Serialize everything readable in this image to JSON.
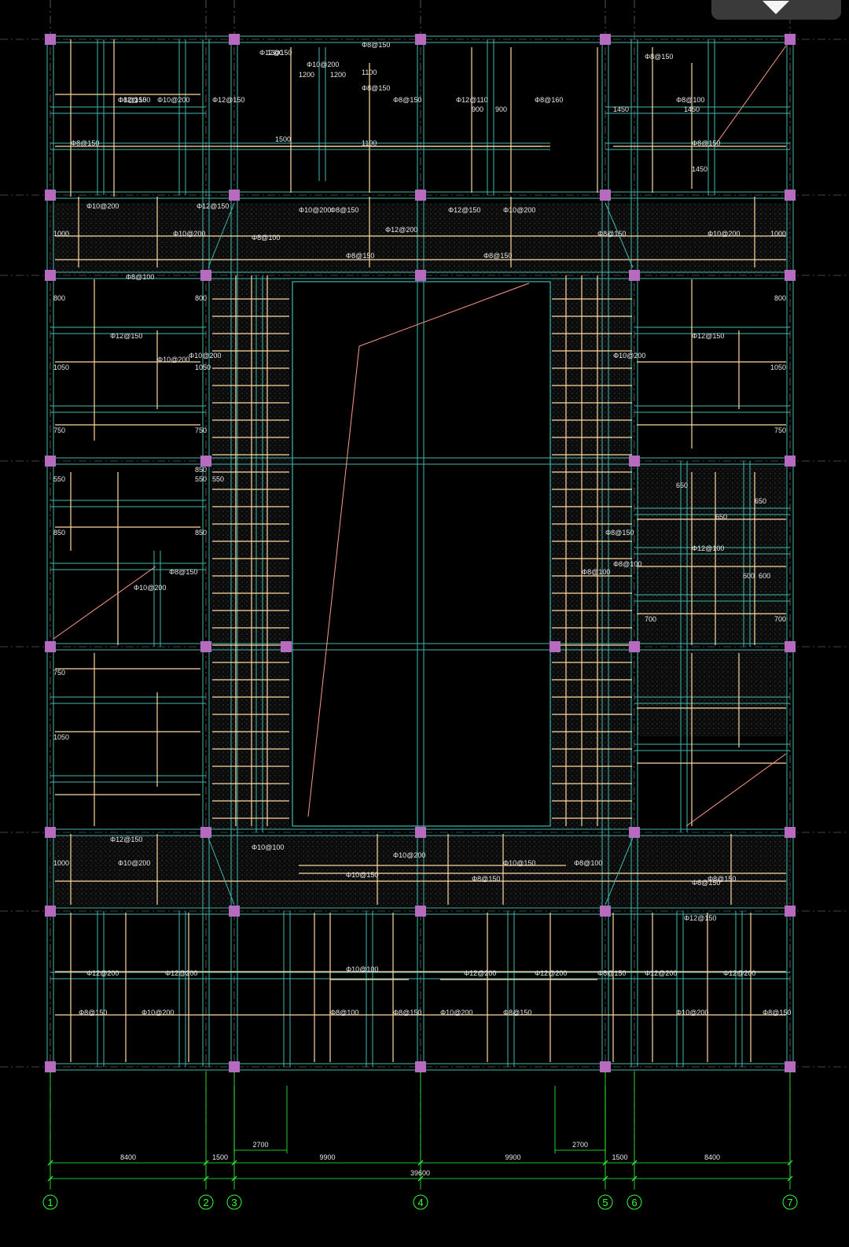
{
  "viewer": {
    "toggle_icon": "chevron-down-icon"
  },
  "colors": {
    "background": "#000000",
    "beam": "#3fb8b0",
    "rebar": "#ffd9a0",
    "column": "#b66bbf",
    "axis": "#33ff33",
    "diagonal": "#ff9a88",
    "grid_dash": "#8a8a8a"
  },
  "grid_axes": [
    "1",
    "2",
    "3",
    "4",
    "5",
    "6",
    "7"
  ],
  "bay_dims": [
    "8400",
    "1500",
    "9900",
    "9900",
    "1500",
    "8400"
  ],
  "total_dim": "39600",
  "opening_dims": [
    "2700",
    "2700"
  ],
  "rebar_labels": [
    "Φ8@150",
    "Φ8@150",
    "Φ12@150",
    "Φ10@200",
    "Φ12@150",
    "Φ12@150",
    "Φ10@200",
    "Φ8@150",
    "Φ8@150",
    "Φ8@150",
    "Φ12@110",
    "Φ8@160",
    "Φ8@150",
    "Φ8@100",
    "Φ8@150",
    "Φ10@200",
    "Φ10@200",
    "Φ12@150",
    "Φ8@100",
    "Φ12@200",
    "Φ8@150",
    "Φ8@150",
    "Φ10@200",
    "Φ8@150",
    "Φ12@150",
    "Φ10@200",
    "Φ8@150",
    "Φ10@200",
    "Φ8@100",
    "Φ12@150",
    "Φ10@200",
    "Φ10@200",
    "Φ10@200",
    "Φ12@150",
    "Φ12@100",
    "Φ8@100",
    "Φ10@200",
    "Φ8@150",
    "Φ8@150",
    "Φ8@100",
    "Φ10@150",
    "Φ10@200",
    "Φ8@150",
    "Φ10@200",
    "Φ12@150",
    "Φ10@100",
    "Φ10@150",
    "Φ8@150",
    "Φ8@150",
    "Φ8@100",
    "Φ12@150",
    "Φ12@200",
    "Φ12@200",
    "Φ10@100",
    "Φ12@200",
    "Φ12@200",
    "Φ8@150",
    "Φ12@200",
    "Φ12@200",
    "Φ8@150",
    "Φ10@200",
    "Φ8@100",
    "Φ8@150",
    "Φ10@200",
    "Φ8@150",
    "Φ10@200",
    "Φ8@150"
  ],
  "length_labels": [
    "1000",
    "1000",
    "1000",
    "1050",
    "1050",
    "1050",
    "1050",
    "800",
    "800",
    "800",
    "850",
    "850",
    "850",
    "550",
    "550",
    "550",
    "750",
    "750",
    "750",
    "750",
    "1100",
    "1100",
    "1200",
    "1200",
    "1450",
    "1450",
    "1450",
    "900",
    "900",
    "650",
    "650",
    "650",
    "600",
    "600",
    "700",
    "700",
    "1300",
    "1500"
  ]
}
